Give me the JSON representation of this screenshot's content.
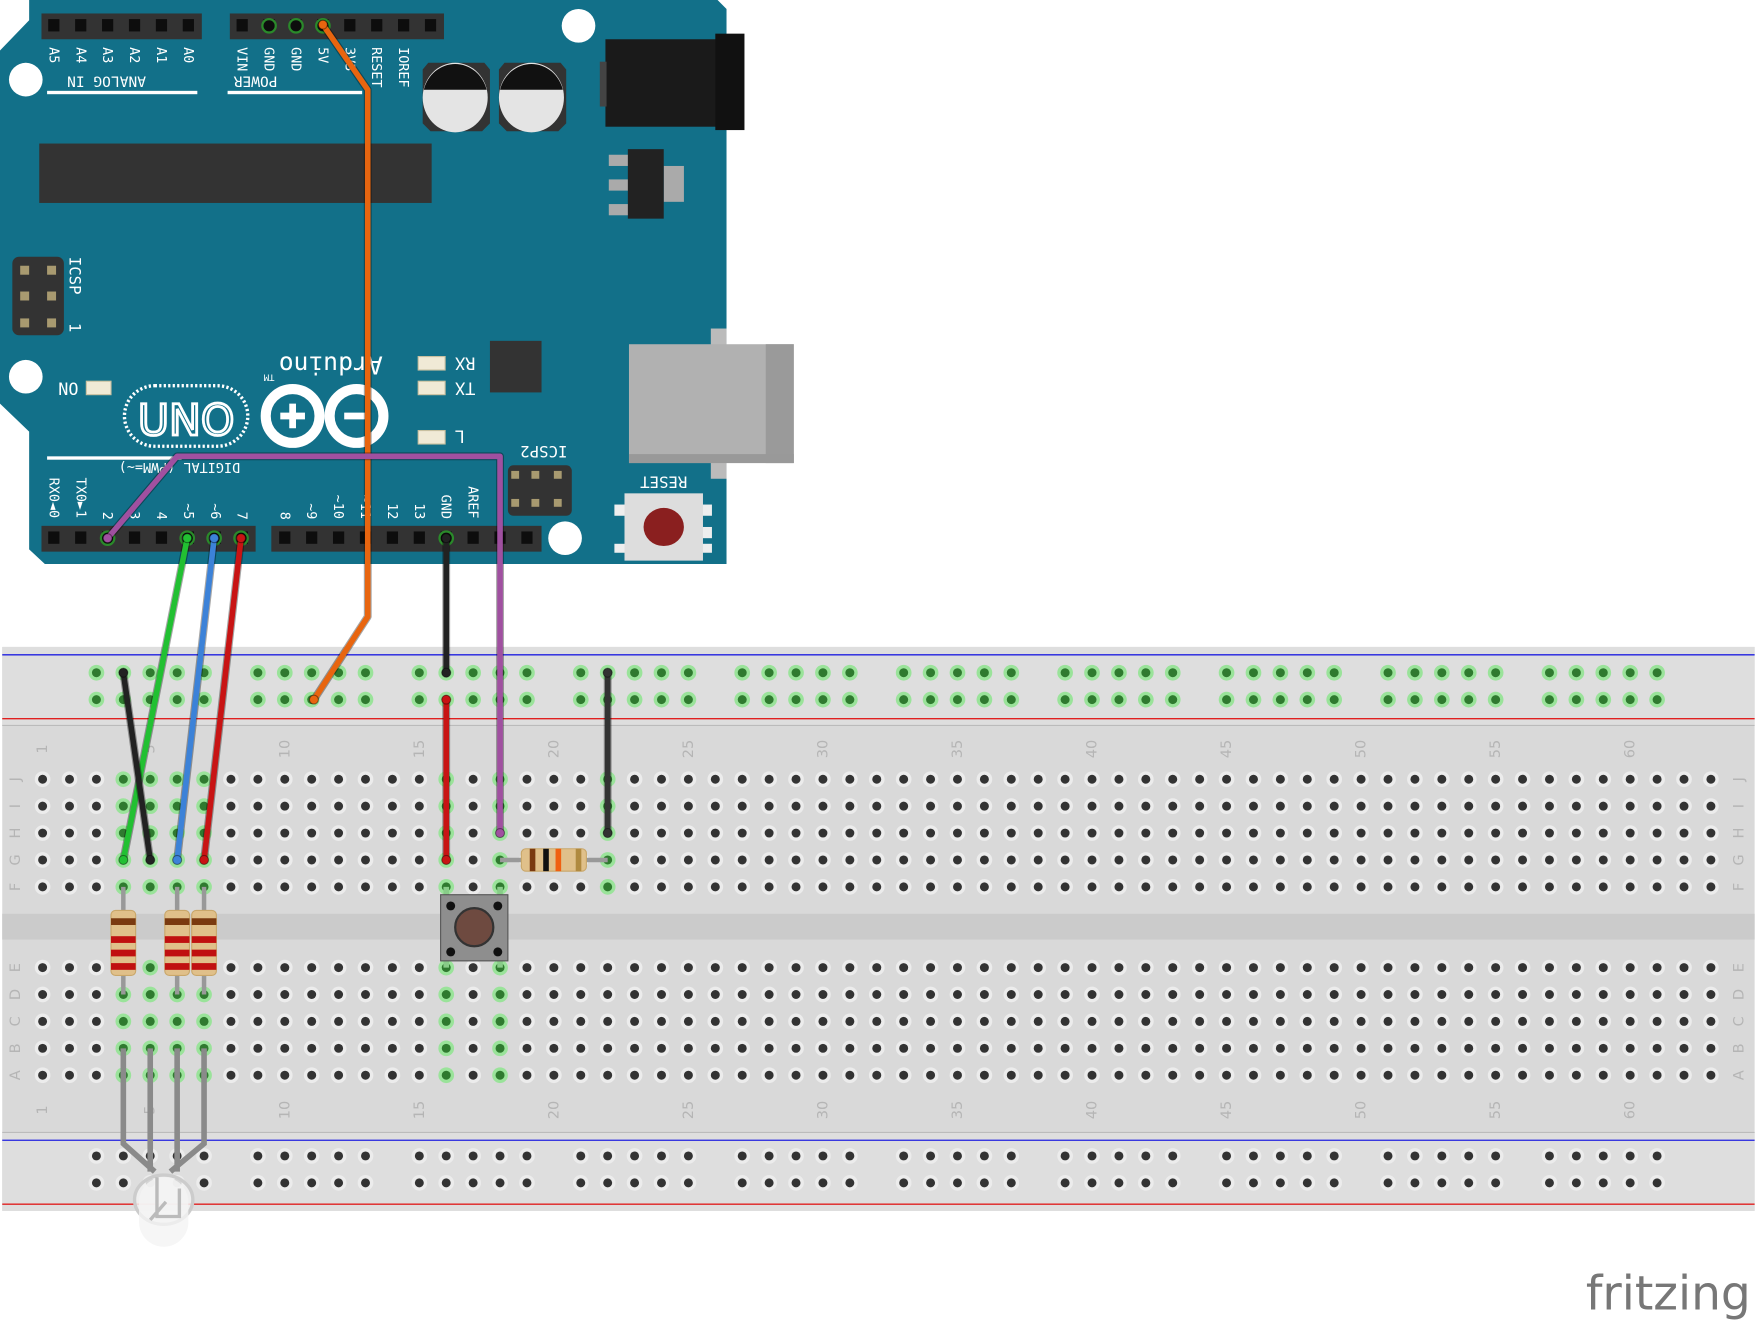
{
  "arduino": {
    "brand": "Arduino",
    "trademark": "TM",
    "model": "UNO",
    "analog_labels": [
      "A5",
      "A4",
      "A3",
      "A2",
      "A1",
      "A0"
    ],
    "analog_title": "ANALOG IN",
    "power_labels": [
      "VIN",
      "GND",
      "GND",
      "5V",
      "3V3",
      "RESET",
      "IOREF"
    ],
    "power_title": "POWER",
    "digital_labels_left": [
      "RX0◄0",
      "TX0►1",
      "2",
      "~3",
      "4",
      "~5",
      "~6",
      "7"
    ],
    "digital_labels_right": [
      "8",
      "~9",
      "~10",
      "~11",
      "12",
      "13",
      "GND",
      "AREF"
    ],
    "digital_title": "DIGITAL (PWM=~)",
    "icsp": "ICSP",
    "icsp_pin": "1",
    "icsp2": "ICSP2",
    "reset": "RESET",
    "led_on": "ON",
    "led_rx": "RX",
    "led_tx": "TX",
    "led_l": "L",
    "board_color": "#127089"
  },
  "breadboard": {
    "row_letters_top": [
      "J",
      "I",
      "H",
      "G",
      "F"
    ],
    "row_letters_bottom": [
      "E",
      "D",
      "C",
      "B",
      "A"
    ],
    "column_numbers": [
      "1",
      "5",
      "10",
      "15",
      "20",
      "25",
      "30",
      "35",
      "40",
      "45",
      "50",
      "55",
      "60"
    ],
    "columns": 63,
    "rail_positive_color": "#e02020",
    "rail_negative_color": "#2020e0"
  },
  "wires": [
    {
      "name": "5v-to-rail",
      "color": "#e8650f"
    },
    {
      "name": "pin2-to-button",
      "color": "#a050a0"
    },
    {
      "name": "pin5",
      "color": "#22c032"
    },
    {
      "name": "pin6",
      "color": "#3c82d8"
    },
    {
      "name": "pin7",
      "color": "#c81414"
    },
    {
      "name": "gnd-to-rail",
      "color": "#222222"
    },
    {
      "name": "rail-to-led-common",
      "color": "#222222"
    },
    {
      "name": "rail-to-button",
      "color": "#c81414"
    },
    {
      "name": "rail-to-pulldown",
      "color": "#333333"
    }
  ],
  "footer": {
    "logo": "fritzing"
  }
}
